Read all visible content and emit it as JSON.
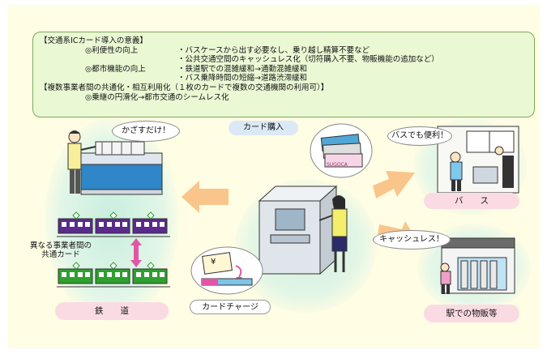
{
  "intro": {
    "header": "【交通系ICカード導入の意義】",
    "convenience_label": "◎利便性の向上",
    "convenience_items": [
      "・バスケースから出す必要なし、乗り越し精算不要など",
      "・公共交通空間のキャッシュレス化（切符購入不要、物販機能の追加など）"
    ],
    "urban_label": "◎都市機能の向上",
    "urban_items": [
      "・鉄道駅での混雑緩和→通勤混雑緩和",
      "・バス乗降時間の短縮→道路渋滞緩和"
    ],
    "common_header": "【複数事業者間の共通化・相互利用化（１枚のカードで複数の交通機関の利用可）】",
    "common_item": "◎乗継の円滑化→都市交通のシームレス化"
  },
  "scenes": {
    "railway_label": "鉄　　道",
    "railway_bubble": "かざすだけ！",
    "common_card": "異なる事業者間の\n共通カード",
    "bus_label": "バ　　ス",
    "bus_bubble": "バスでも便利！",
    "shop_label": "駅での物販等",
    "shop_bubble": "キャッシュレス！",
    "purchase_label": "カード購入",
    "charge_label": "カードチャージ",
    "card_text": "SUGOCA",
    "yen_symbol": "¥"
  },
  "colors": {
    "textbox_bg": "#eaf8d4",
    "pill_bg": "#fbdbe3",
    "arrow": "#f9c58b",
    "train_purple": "#5a2a8c",
    "train_green": "#2ea02e",
    "link_pink": "#e255a5"
  }
}
